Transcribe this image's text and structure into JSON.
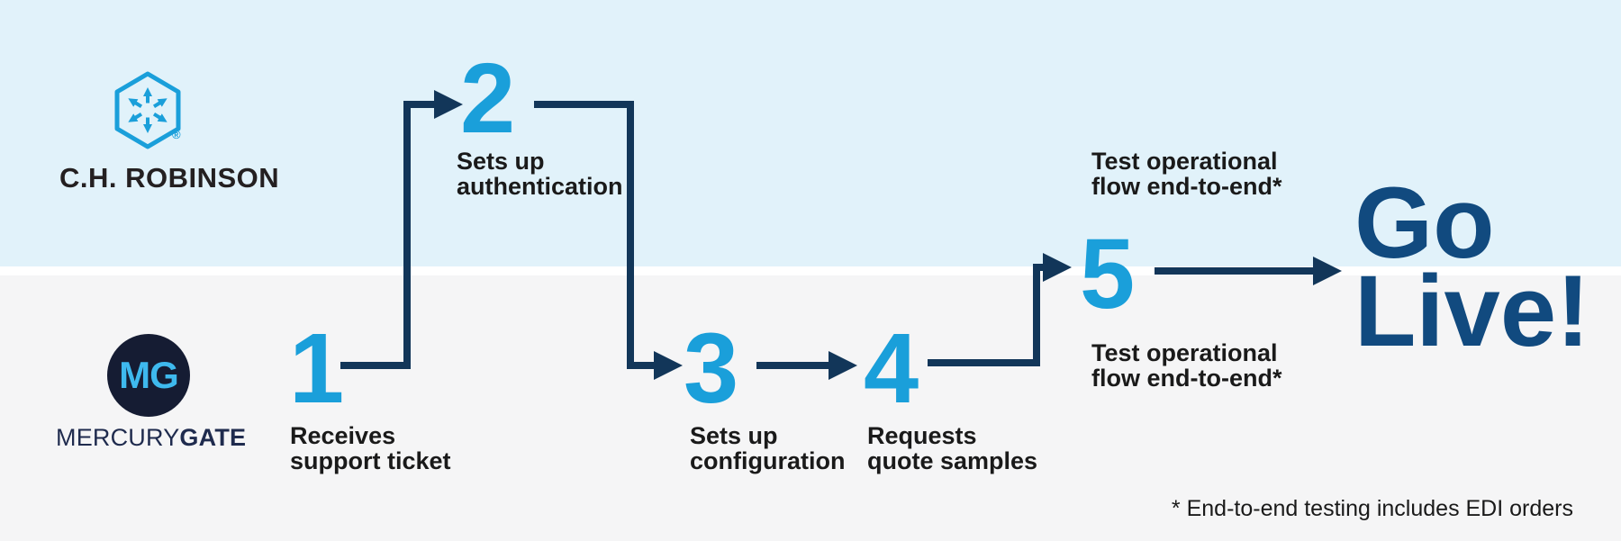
{
  "brands": {
    "chrobinson": {
      "wordmark": "C.H. ROBINSON",
      "registered_mark": "®"
    },
    "mercurygate": {
      "monogram": "MG",
      "wordmark_regular": "MERCURY",
      "wordmark_bold": "GATE"
    }
  },
  "steps": [
    {
      "number": "1",
      "label_line1": "Receives",
      "label_line2": "support ticket"
    },
    {
      "number": "2",
      "label_line1": "Sets up",
      "label_line2": "authentication"
    },
    {
      "number": "3",
      "label_line1": "Sets up",
      "label_line2": "configuration"
    },
    {
      "number": "4",
      "label_line1": "Requests",
      "label_line2": "quote samples"
    },
    {
      "number": "5",
      "label_top_line1": "Test operational",
      "label_top_line2": "flow end-to-end*",
      "label_bottom_line1": "Test operational",
      "label_bottom_line2": "flow end-to-end*"
    }
  ],
  "outcome": {
    "line1": "Go",
    "line2": "Live!"
  },
  "footnote": "* End-to-end testing includes EDI orders",
  "colors": {
    "accent_light_blue": "#1A9FDA",
    "connector_navy": "#123659",
    "outcome_blue": "#114A7F",
    "lane_top_bg": "#E1F2FA",
    "lane_bottom_bg": "#F5F5F6",
    "divider": "#FFFFFF",
    "text_dark": "#1A1A1A",
    "mg_circle": "#151C33",
    "mg_monogram": "#3EB9EE",
    "mg_wordmark": "#1F2B4E",
    "chr_wordmark": "#242021"
  }
}
